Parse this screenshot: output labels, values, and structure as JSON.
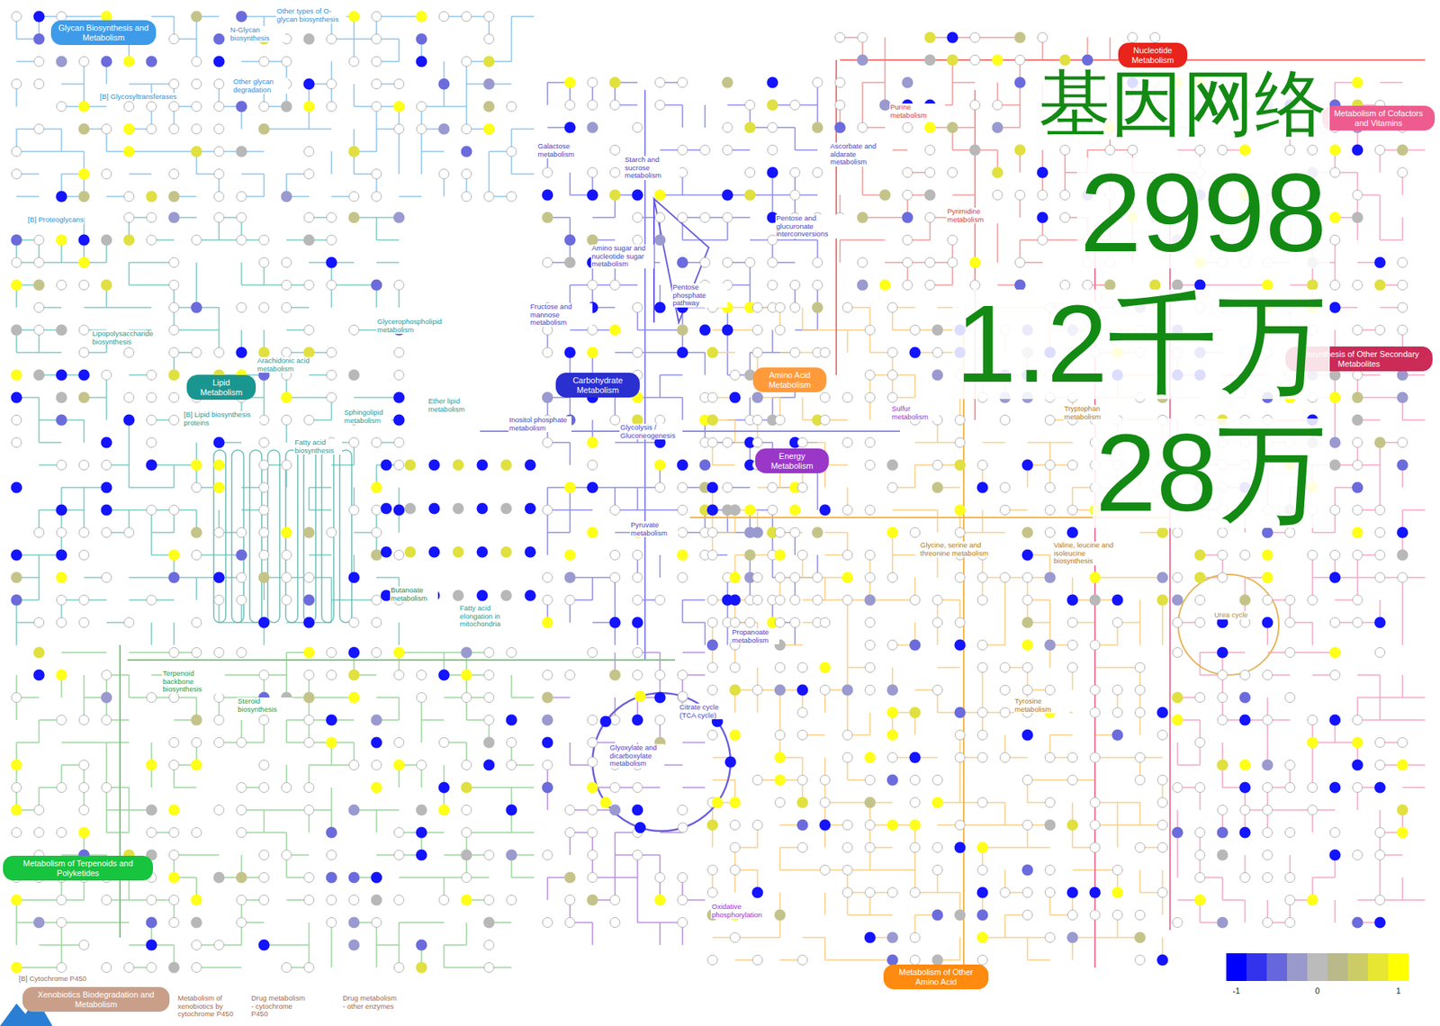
{
  "diagram": {
    "nodes": [
      {
        "text": [
          "Glycan Biosynthesis and Metabolism"
        ]
      },
      {
        "text": [
          "Nucleotide Metabolism"
        ]
      },
      {
        "text": [
          "Metabolism of Cofactors and Vitamins"
        ]
      },
      {
        "text": [
          "Biosynthesis of Other Secondary Metabolites"
        ]
      },
      {
        "text": [
          "Amino Acid Metabolism"
        ]
      },
      {
        "text": [
          "Carbohydrate Metabolism"
        ]
      },
      {
        "text": [
          "Lipid Metabolism"
        ]
      },
      {
        "text": [
          "Energy Metabolism"
        ]
      },
      {
        "text": [
          "Metabolism of Terpenoids and Polyketides"
        ]
      },
      {
        "text": [
          "Metabolism of Other Amino Acid"
        ]
      },
      {
        "text": [
          "Xenobiotics Biodegradation and Metabolism"
        ]
      }
    ],
    "labels": [
      "基因网络",
      "2998",
      "1.2千万",
      "28万",
      "Citrate cycle (TCA cycle)",
      "Glyoxylate and dicarboxylate metabolism",
      "Pentose phosphate pathway",
      "Pyruvate metabolism",
      "Glycolysis / Gluconeogenesis",
      "Fatty acid biosynthesis",
      "Butanoate metabolism",
      "Propanoate metabolism",
      "Urea cycle",
      "Starch and sucrose metabolism",
      "Galactose metabolism",
      "Amino sugar and nucleotide sugar metabolism",
      "Fructose and mannose metabolism",
      "Inositol phosphate metabolism",
      "Ascorbate and aldarate metabolism",
      "Pentose and glucuronate interconversions",
      "Oxidative phosphorylation",
      "Terpenoid backbone biosynthesis",
      "Fatty acid elongation in mitochondria",
      "Steroid biosynthesis",
      "Purine metabolism",
      "Pyrimidine metabolism",
      "Tryptophan metabolism",
      "Glycine, serine and threonine metabolism",
      "Valine, leucine and isoleucine biosynthesis",
      "Tyrosine metabolism",
      "Sulfur metabolism",
      "Arachidonic acid metabolism",
      "Glycerophospholipid metabolism",
      "Sphingolipid metabolism",
      "Ether lipid metabolism",
      "Lipopolysaccharide biosynthesis",
      "[B] Glycosyltransferases",
      "[B] Proteoglycans",
      "N-Glycan biosynthesis",
      "Other types of O-glycan biosynthesis",
      "Other glycan degradation",
      "[B] Lipid biosynthesis proteins",
      "Metabolism of xenobiotics by cytochrome P450",
      "Drug metabolism - cytochrome P450",
      "Drug metabolism - other enzymes",
      "[B] Cytochrome P450"
    ],
    "legend": [
      {
        "text": "-1",
        "color": "#0000ff"
      },
      {
        "text": "0",
        "color": "#bbbbbb"
      },
      {
        "text": "1",
        "color": "#ffff00"
      }
    ]
  }
}
